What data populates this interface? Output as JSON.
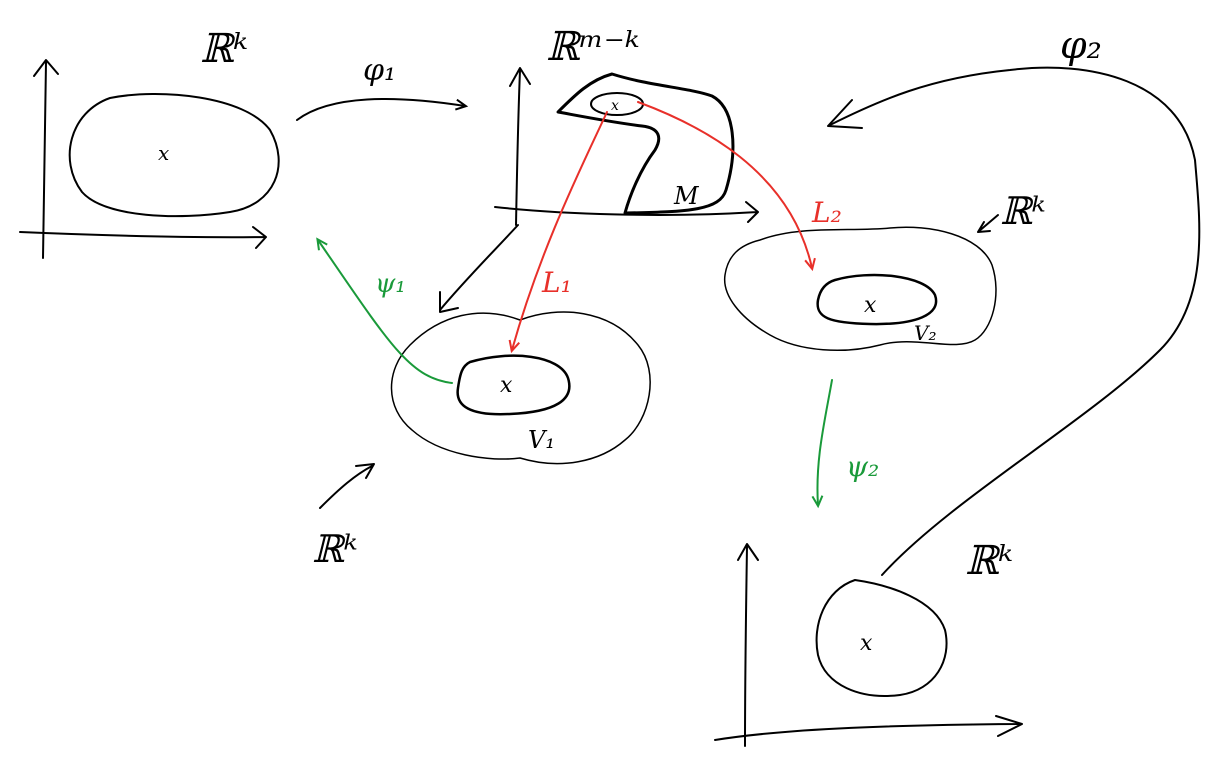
{
  "labels": {
    "space_top_left": "ℝᵏ",
    "space_manifold": "ℝᵐ⁻ᵏ",
    "space_right": "ℝᵏ",
    "space_bottom_left": "ℝᵏ",
    "space_bottom_right": "ℝᵏ",
    "manifold": "M",
    "phi1": "φ₁",
    "phi2": "φ₂",
    "psi1": "ψ₁",
    "psi2": "ψ₂",
    "L1": "L₁",
    "L2": "L₂",
    "V1": "V₁",
    "V2": "V₂",
    "point": "x"
  },
  "colors": {
    "ink": "#000000",
    "red": "#e8302a",
    "green": "#1a9a3a"
  }
}
